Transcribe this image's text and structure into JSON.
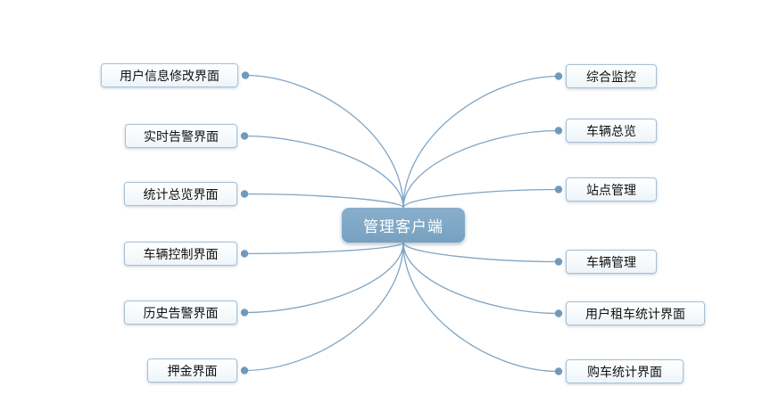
{
  "diagram": {
    "center": {
      "label": "管理客户端"
    },
    "left_nodes": [
      {
        "label": "用户信息修改界面"
      },
      {
        "label": "实时告警界面"
      },
      {
        "label": "统计总览界面"
      },
      {
        "label": "车辆控制界面"
      },
      {
        "label": "历史告警界面"
      },
      {
        "label": "押金界面"
      }
    ],
    "right_nodes": [
      {
        "label": "综合监控"
      },
      {
        "label": "车辆总览"
      },
      {
        "label": "站点管理"
      },
      {
        "label": "车辆管理"
      },
      {
        "label": "用户租车统计界面"
      },
      {
        "label": "购车统计界面"
      }
    ],
    "colors": {
      "center_fill": "#7fa8c6",
      "center_text": "#ffffff",
      "line": "#7fa5c4",
      "dot": "#6f9abc",
      "node_border": "#a6c0d6",
      "node_text": "#111111"
    }
  }
}
